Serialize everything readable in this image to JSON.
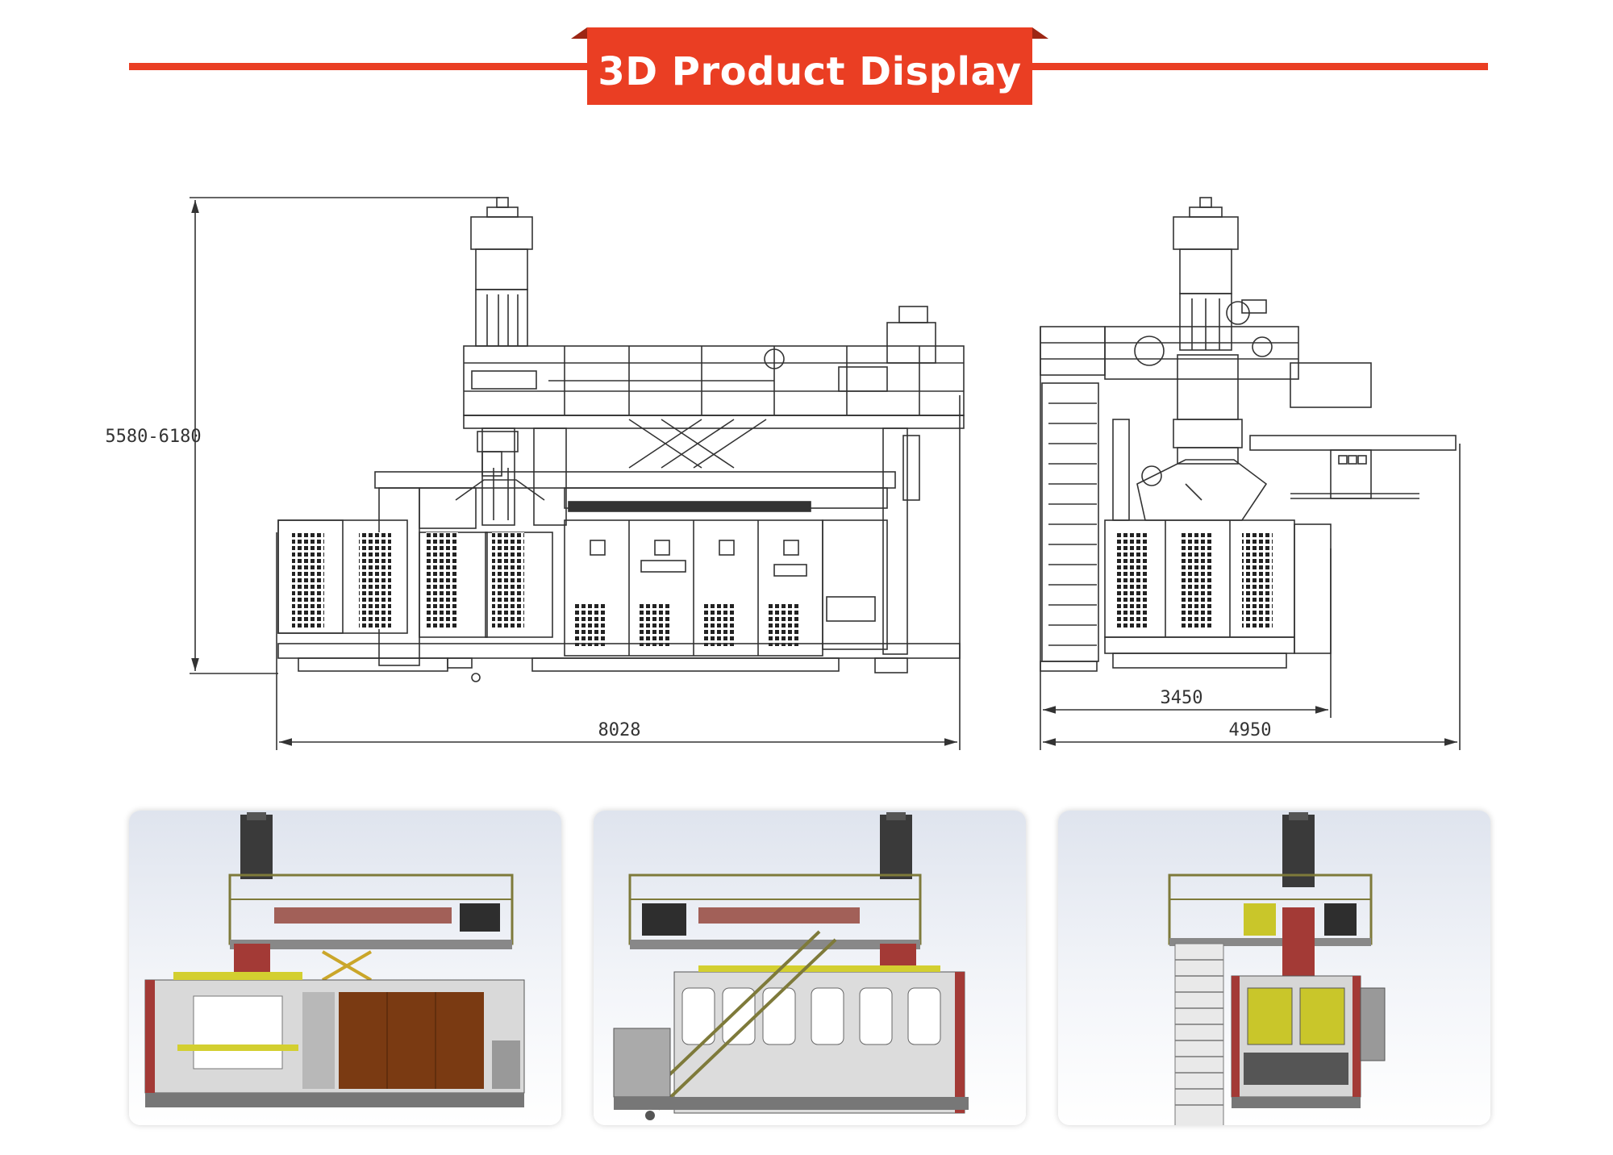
{
  "header": {
    "title": "3D Product Display"
  },
  "drawing": {
    "front_view": {
      "height_label": "5580-6180",
      "width_label": "8028"
    },
    "side_view": {
      "inner_width_label": "3450",
      "outer_width_label": "4950"
    }
  },
  "renders": [
    {
      "name": "front-render"
    },
    {
      "name": "back-render"
    },
    {
      "name": "side-render"
    }
  ],
  "colors": {
    "accent": "#ea3e23",
    "line": "#333333"
  }
}
